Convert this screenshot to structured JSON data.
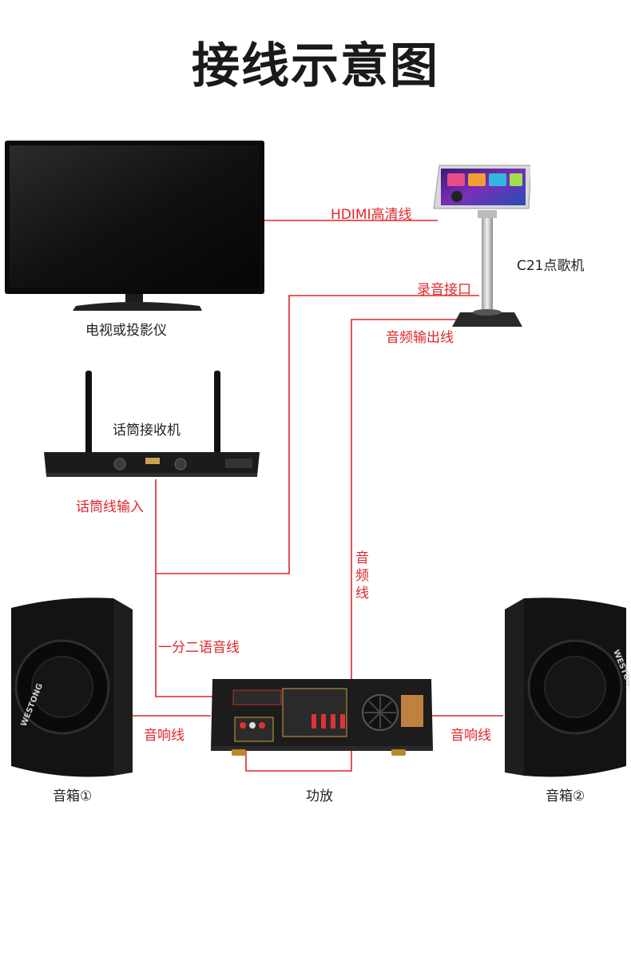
{
  "title": "接线示意图",
  "devices": {
    "tv": "电视或投影仪",
    "ktv": "C21点歌机",
    "mic_receiver": "话筒接收机",
    "speaker_left": "音箱①",
    "amplifier": "功放",
    "speaker_right": "音箱②"
  },
  "wires": {
    "hdmi": "HDIMI高清线",
    "record_port": "录音接口",
    "audio_out": "音频输出线",
    "mic_input": "话筒线输入",
    "audio_vertical": [
      "音",
      "频",
      "线"
    ],
    "splitter": "一分二语音线",
    "speaker_wire_left": "音响线",
    "speaker_wire_right": "音响线"
  },
  "brand_text": {
    "speaker": "WESTONG"
  },
  "colors": {
    "wire": "#e0262c",
    "device": "#151515"
  }
}
